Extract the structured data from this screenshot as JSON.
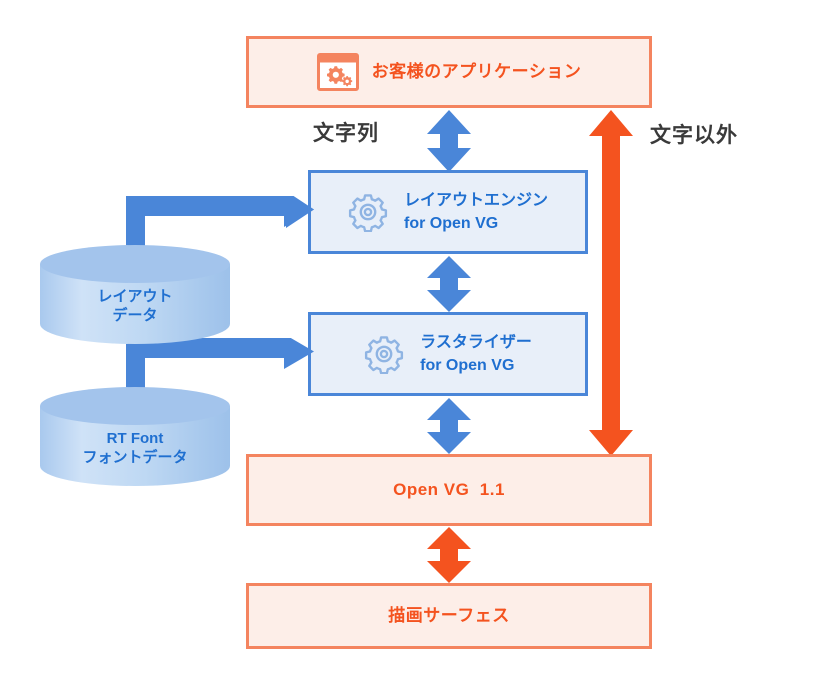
{
  "diagram": {
    "title": "Open VG layout engine architecture",
    "colors": {
      "orange_fill": "#fdeee8",
      "orange_stroke": "#f4845f",
      "orange_text": "#f4531f",
      "orange_arrow": "#f4531f",
      "blue_fill": "#e8eff9",
      "blue_stroke": "#4a86d8",
      "blue_text": "#1f6fd0",
      "blue_arrow": "#4a86d8",
      "cylinder_top": "#9cc0e8",
      "cylinder_body": "#bdd7f0",
      "caption_text": "#3a3a3a"
    },
    "nodes": {
      "application": {
        "label": "お客様のアプリケーション",
        "icon": "app-window-gears-icon"
      },
      "layout_engine": {
        "label": "レイアウトエンジン\nfor Open VG",
        "icon": "gear-icon"
      },
      "rasterizer": {
        "label": "ラスタライザー\nfor Open VG",
        "icon": "gear-icon"
      },
      "openvg": {
        "label": "Open VG  1.1"
      },
      "surface": {
        "label": "描画サーフェス"
      },
      "layout_data": {
        "label": "レイアウト\nデータ"
      },
      "font_data": {
        "label": "RT Font\nフォントデータ"
      }
    },
    "captions": {
      "text_path": "文字列",
      "non_text_path": "文字以外"
    },
    "arrows": {
      "app_to_layout": "bidirectional-vertical-blue",
      "layout_to_raster": "bidirectional-vertical-blue",
      "raster_to_openvg": "bidirectional-vertical-blue",
      "openvg_to_surface": "bidirectional-vertical-orange",
      "app_to_openvg": "bidirectional-vertical-orange-long",
      "layoutdata_to_layout": "elbow-right-blue",
      "fontdata_to_raster": "elbow-right-blue"
    }
  }
}
